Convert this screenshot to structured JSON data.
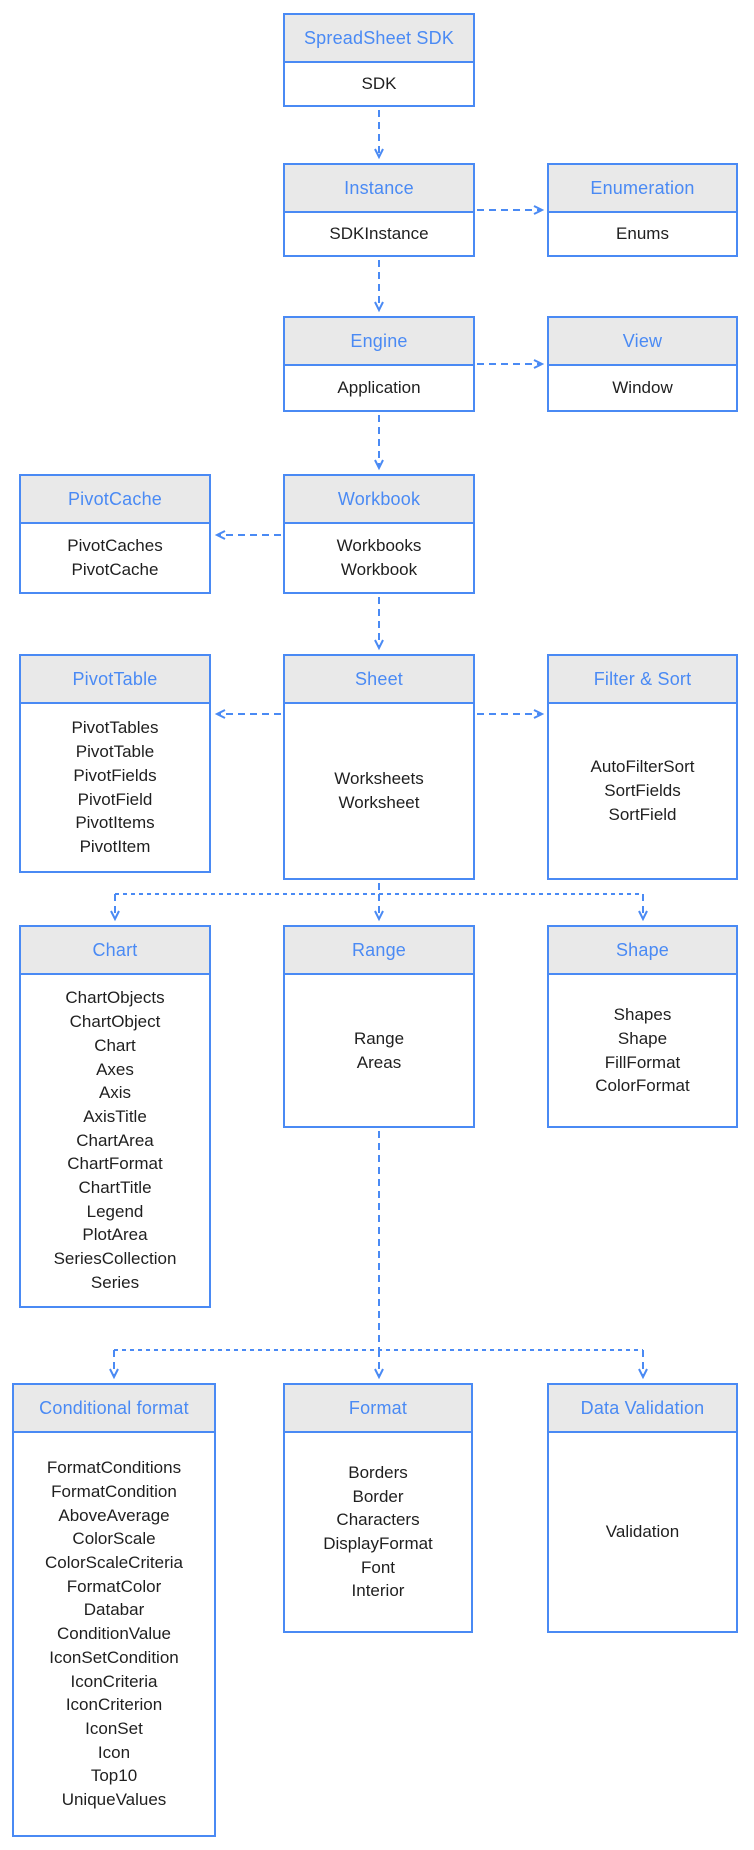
{
  "colors": {
    "accent": "#4a8af4",
    "header_background": "#e9e9e9",
    "body_text": "#1f1f1f",
    "box_background": "#ffffff"
  },
  "nodes": {
    "sdk": {
      "title": "SpreadSheet SDK",
      "items": [
        "SDK"
      ]
    },
    "instance": {
      "title": "Instance",
      "items": [
        "SDKInstance"
      ]
    },
    "enumeration": {
      "title": "Enumeration",
      "items": [
        "Enums"
      ]
    },
    "engine": {
      "title": "Engine",
      "items": [
        "Application"
      ]
    },
    "view": {
      "title": "View",
      "items": [
        "Window"
      ]
    },
    "pivotcache": {
      "title": "PivotCache",
      "items": [
        "PivotCaches",
        "PivotCache"
      ]
    },
    "workbook": {
      "title": "Workbook",
      "items": [
        "Workbooks",
        "Workbook"
      ]
    },
    "pivottable": {
      "title": "PivotTable",
      "items": [
        "PivotTables",
        "PivotTable",
        "PivotFields",
        "PivotField",
        "PivotItems",
        "PivotItem"
      ]
    },
    "sheet": {
      "title": "Sheet",
      "items": [
        "Worksheets",
        "Worksheet"
      ]
    },
    "filtersort": {
      "title": "Filter & Sort",
      "items": [
        "AutoFilterSort",
        "SortFields",
        "SortField"
      ]
    },
    "chart": {
      "title": "Chart",
      "items": [
        "ChartObjects",
        "ChartObject",
        "Chart",
        "Axes",
        "Axis",
        "AxisTitle",
        "ChartArea",
        "ChartFormat",
        "ChartTitle",
        "Legend",
        "PlotArea",
        "SeriesCollection",
        "Series"
      ]
    },
    "range": {
      "title": "Range",
      "items": [
        "Range",
        "Areas"
      ]
    },
    "shape": {
      "title": "Shape",
      "items": [
        "Shapes",
        "Shape",
        "FillFormat",
        "ColorFormat"
      ]
    },
    "condformat": {
      "title": "Conditional format",
      "items": [
        "FormatConditions",
        "FormatCondition",
        "AboveAverage",
        "ColorScale",
        "ColorScaleCriteria",
        "FormatColor",
        "Databar",
        "ConditionValue",
        "IconSetCondition",
        "IconCriteria",
        "IconCriterion",
        "IconSet",
        "Icon",
        "Top10",
        "UniqueValues"
      ]
    },
    "format": {
      "title": "Format",
      "items": [
        "Borders",
        "Border",
        "Characters",
        "DisplayFormat",
        "Font",
        "Interior"
      ]
    },
    "datavalidation": {
      "title": "Data Validation",
      "items": [
        "Validation"
      ]
    }
  }
}
